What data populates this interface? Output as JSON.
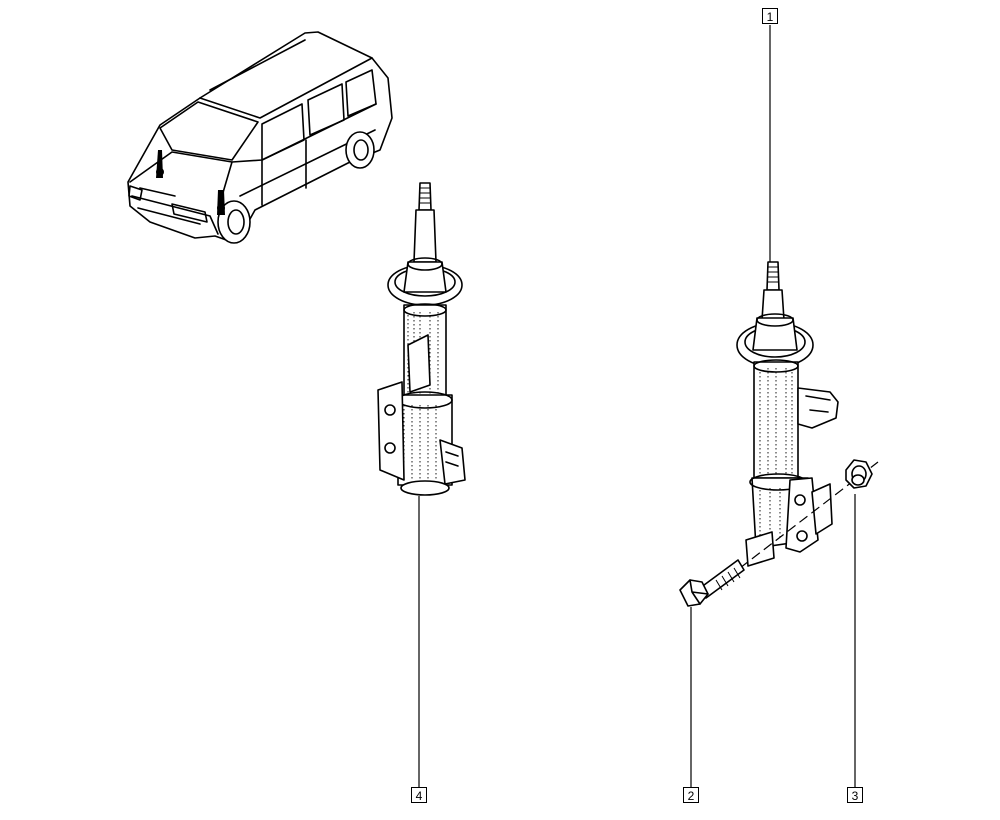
{
  "callouts": [
    {
      "label": "1"
    },
    {
      "label": "2"
    },
    {
      "label": "3"
    },
    {
      "label": "4"
    }
  ],
  "icons": {
    "vehicle": "van-locator-icon",
    "strut_left": "shock-absorber-icon",
    "strut_right": "shock-absorber-icon",
    "bolt": "bolt-icon",
    "nut": "nut-icon"
  },
  "colors": {
    "line": "#000000",
    "background": "#ffffff"
  }
}
